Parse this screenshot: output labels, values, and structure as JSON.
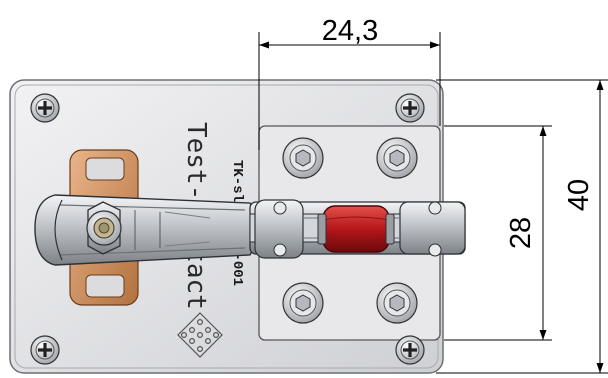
{
  "drawing": {
    "dimensions": {
      "width_top": "24,3",
      "height_inner": "28",
      "height_outer": "40"
    },
    "engraving": {
      "part_number": "TK-sl-00-55-001",
      "brand_text": "Test-Contact"
    },
    "colors": {
      "plate": "#dcdcde",
      "plate_edge": "#8a8a8e",
      "copper": "#c88a5a",
      "red_roller": "#c0181a",
      "steel": "#bfc3c7",
      "line": "#000000"
    }
  }
}
